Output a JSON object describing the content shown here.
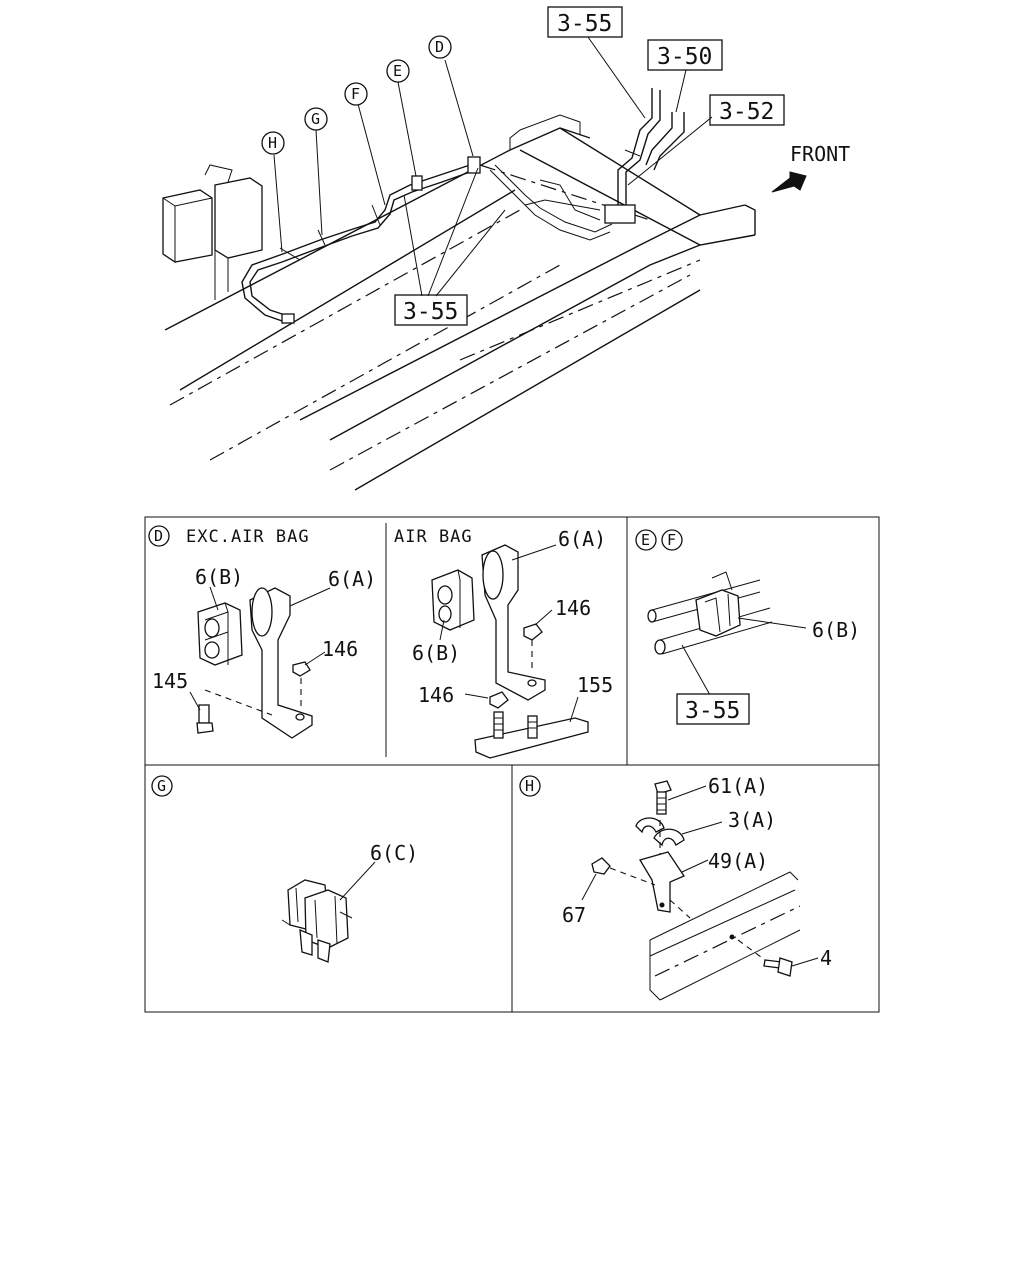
{
  "main_view": {
    "ref_top_355": "3-55",
    "ref_350": "3-50",
    "ref_352": "3-52",
    "ref_bottom_355": "3-55",
    "front_label": "FRONT",
    "callout_d": "D",
    "callout_e": "E",
    "callout_f": "F",
    "callout_g": "G",
    "callout_h": "H"
  },
  "detail_d_exc": {
    "circle": "D",
    "title": "EXC.AIR BAG",
    "part_6b": "6(B)",
    "part_6a": "6(A)",
    "part_146": "146",
    "part_145": "145"
  },
  "detail_d_air": {
    "title": "AIR BAG",
    "part_6a": "6(A)",
    "part_146_top": "146",
    "part_6b": "6(B)",
    "part_146_bottom": "146",
    "part_155": "155"
  },
  "detail_ef": {
    "circle_e": "E",
    "circle_f": "F",
    "part_6b": "6(B)",
    "ref_355": "3-55"
  },
  "detail_g": {
    "circle": "G",
    "part_6c": "6(C)"
  },
  "detail_h": {
    "circle": "H",
    "part_61a": "61(A)",
    "part_3a": "3(A)",
    "part_49a": "49(A)",
    "part_67": "67",
    "part_4": "4"
  }
}
